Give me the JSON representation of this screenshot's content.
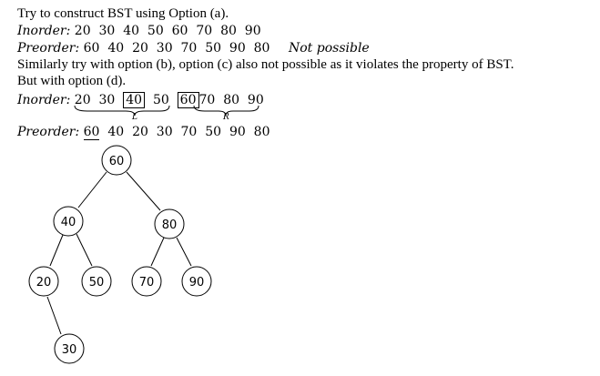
{
  "intro": "Try to construct BST using Option (a).",
  "option_a": {
    "inorder_label": "Inorder:",
    "inorder": "20  30  40  50  60  70  80  90",
    "preorder_label": "Preorder:",
    "preorder": "60  40  20  30  70  50  90  80",
    "verdict": "Not possible"
  },
  "similarly": "Similarly try with option (b), option (c) also not possible as it violates the property of BST.",
  "but_with": "But with option (d).",
  "option_d": {
    "inorder_label": "Inorder:",
    "inorder_left": "20  30  ",
    "inorder_box1": "40",
    "inorder_mid": "  50  ",
    "inorder_box2": "60",
    "inorder_right": "70  80  90",
    "left_mark": "L",
    "right_mark": "R",
    "preorder_label": "Preorder:",
    "preorder_root": "60",
    "preorder_rest": "  40  20  30  70  50  90  80"
  },
  "tree": {
    "nodes": [
      "60",
      "40",
      "80",
      "20",
      "50",
      "70",
      "90",
      "30"
    ]
  }
}
